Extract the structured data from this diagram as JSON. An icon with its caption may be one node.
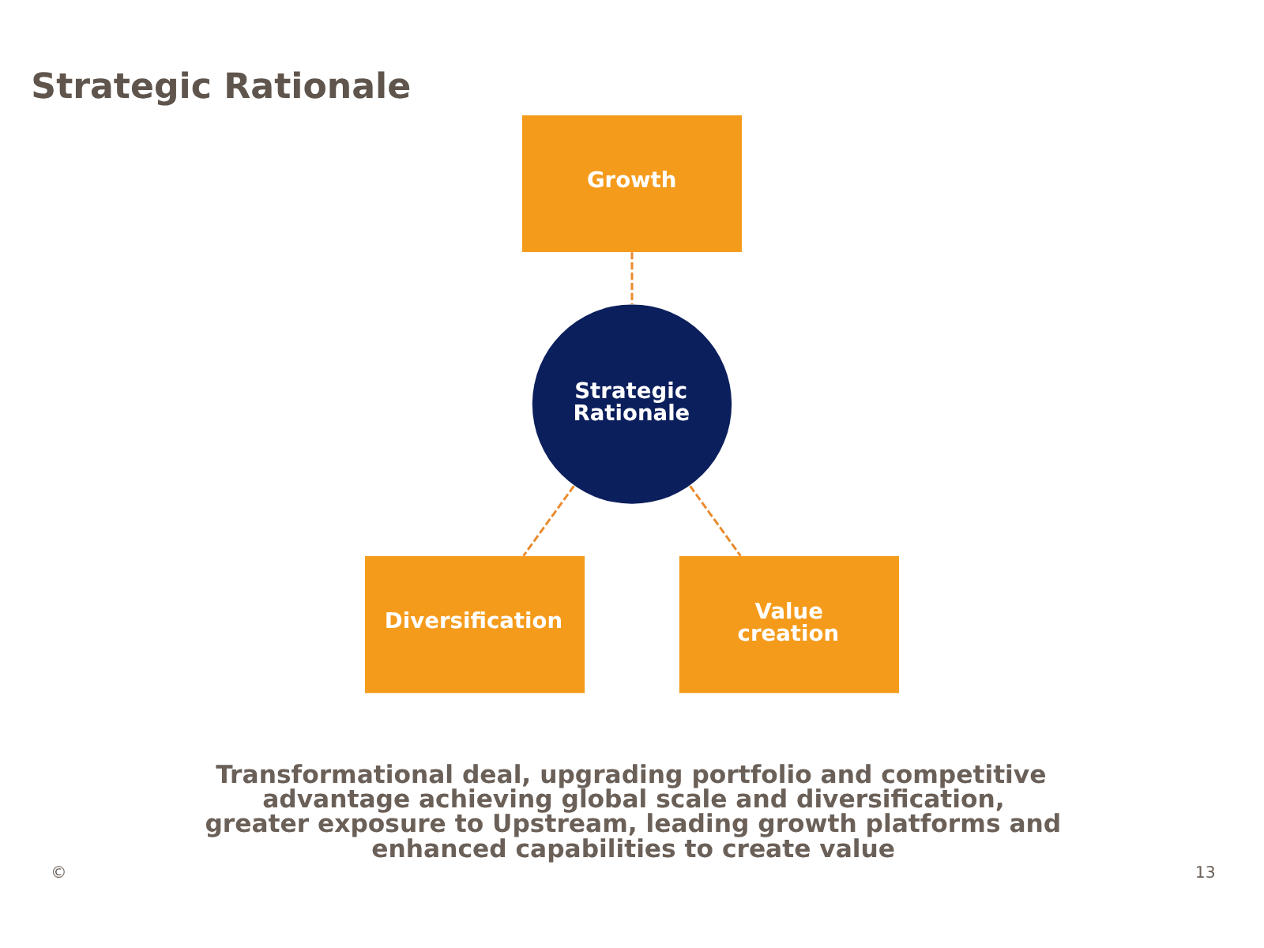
{
  "diagram": {
    "title": "Strategic Rationale",
    "nodes": [
      {
        "text": [
          "Growth"
        ]
      },
      {
        "text": [
          "Strategic Rationale"
        ]
      },
      {
        "text": [
          "Diversification"
        ]
      },
      {
        "text": [
          "Value creation"
        ]
      }
    ],
    "edges": [
      {
        "from": 0,
        "to": 1,
        "arrow": "none",
        "style": "dashed"
      },
      {
        "from": 1,
        "to": 2,
        "arrow": "none",
        "style": "dashed"
      },
      {
        "from": 1,
        "to": 3,
        "arrow": "none",
        "style": "dashed"
      }
    ],
    "labels": [
      "Transformational deal, upgrading portfolio and competitive advantage achieving global scale and diversification, greater exposure to Upstream, leading growth platforms and enhanced capabilities to create value",
      "©",
      "13"
    ]
  }
}
